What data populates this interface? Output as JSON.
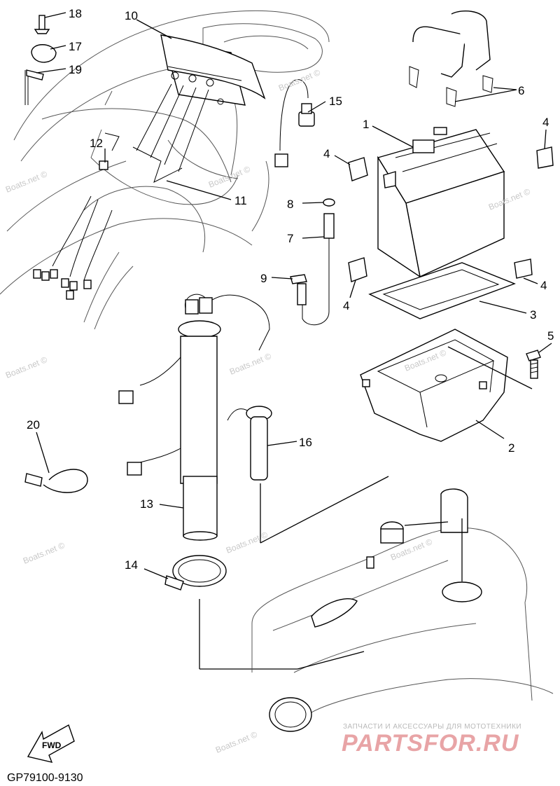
{
  "diagram": {
    "callouts": [
      {
        "id": "c1",
        "text": "1"
      },
      {
        "id": "c2",
        "text": "2"
      },
      {
        "id": "c3",
        "text": "3"
      },
      {
        "id": "c4a",
        "text": "4"
      },
      {
        "id": "c4b",
        "text": "4"
      },
      {
        "id": "c4c",
        "text": "4"
      },
      {
        "id": "c4d",
        "text": "4"
      },
      {
        "id": "c5",
        "text": "5"
      },
      {
        "id": "c6",
        "text": "6"
      },
      {
        "id": "c7",
        "text": "7"
      },
      {
        "id": "c8",
        "text": "8"
      },
      {
        "id": "c9",
        "text": "9"
      },
      {
        "id": "c10",
        "text": "10"
      },
      {
        "id": "c11",
        "text": "11"
      },
      {
        "id": "c12",
        "text": "12"
      },
      {
        "id": "c13",
        "text": "13"
      },
      {
        "id": "c14",
        "text": "14"
      },
      {
        "id": "c15",
        "text": "15"
      },
      {
        "id": "c16",
        "text": "16"
      },
      {
        "id": "c17",
        "text": "17"
      },
      {
        "id": "c18",
        "text": "18"
      },
      {
        "id": "c19",
        "text": "19"
      },
      {
        "id": "c20",
        "text": "20"
      }
    ],
    "watermark": "Boats.net ©",
    "fwd_label": "FWD",
    "diagram_code": "GP79100-9130",
    "brand_subtitle": "ЗАПЧАСТИ И АКСЕССУАРЫ ДЛЯ МОТОТЕХНИКИ",
    "brand_logo": "PARTSFOR.RU"
  }
}
